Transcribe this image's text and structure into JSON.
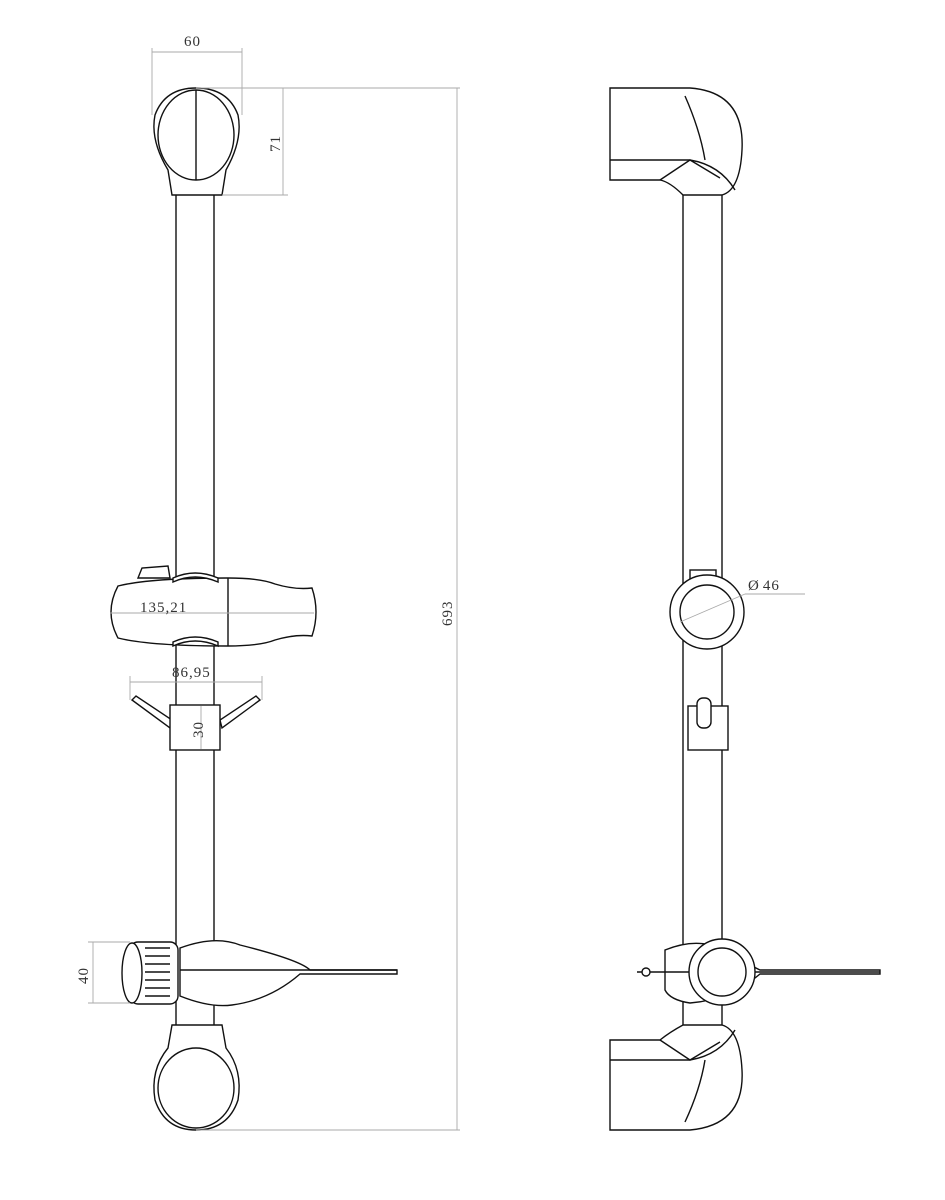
{
  "drawing": {
    "front_view": {
      "dimensions": {
        "bracket_width": "60",
        "bracket_height": "71",
        "total_length": "693",
        "slider_length": "135,21",
        "clamp_span": "86,95",
        "clamp_height": "30",
        "soap_dish_knob": "40"
      }
    },
    "side_view": {
      "dimensions": {
        "ring_diameter": "46"
      },
      "diameter_symbol": "Ø"
    }
  }
}
